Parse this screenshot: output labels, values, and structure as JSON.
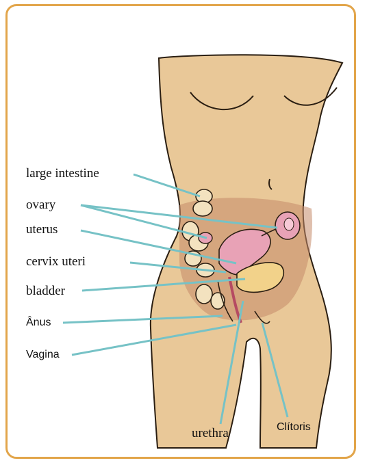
{
  "colors": {
    "frame": "#e2a54a",
    "skin": "#e9c898",
    "skin_shadow": "#d8ad76",
    "outline": "#2a1e12",
    "pelvis_tint": "#c48b6a",
    "uterus": "#e8a2b6",
    "bladder": "#f2d28a",
    "intestine": "#f3e2bf",
    "leader_line": "#76c2c6"
  },
  "labels": {
    "large_intestine": "large intestine",
    "ovary": "ovary",
    "uterus": "uterus",
    "cervix_uteri": "cervix uteri",
    "bladder": "bladder",
    "anus": "Ânus",
    "vagina": "Vagina",
    "urethra": "urethra",
    "clitoris": "Clítoris"
  }
}
